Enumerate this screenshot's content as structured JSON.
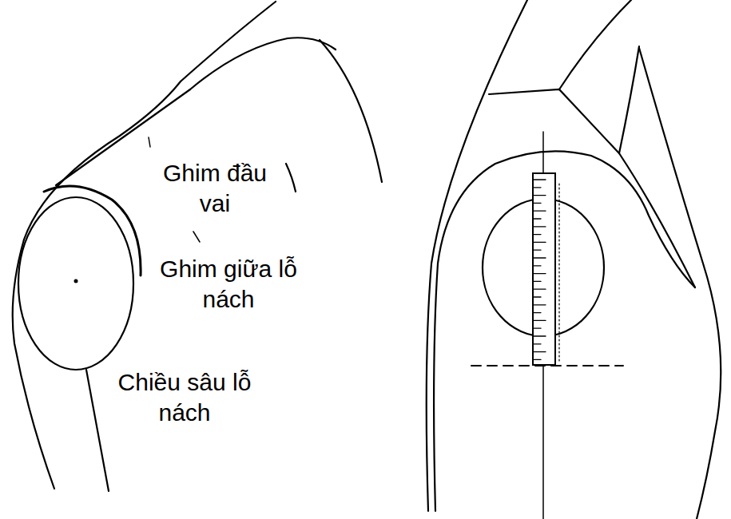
{
  "diagram": {
    "labels": [
      "Ghim đầu vai",
      "Ghim giữa lỗ nách",
      "Chiều sâu lỗ nách"
    ]
  }
}
